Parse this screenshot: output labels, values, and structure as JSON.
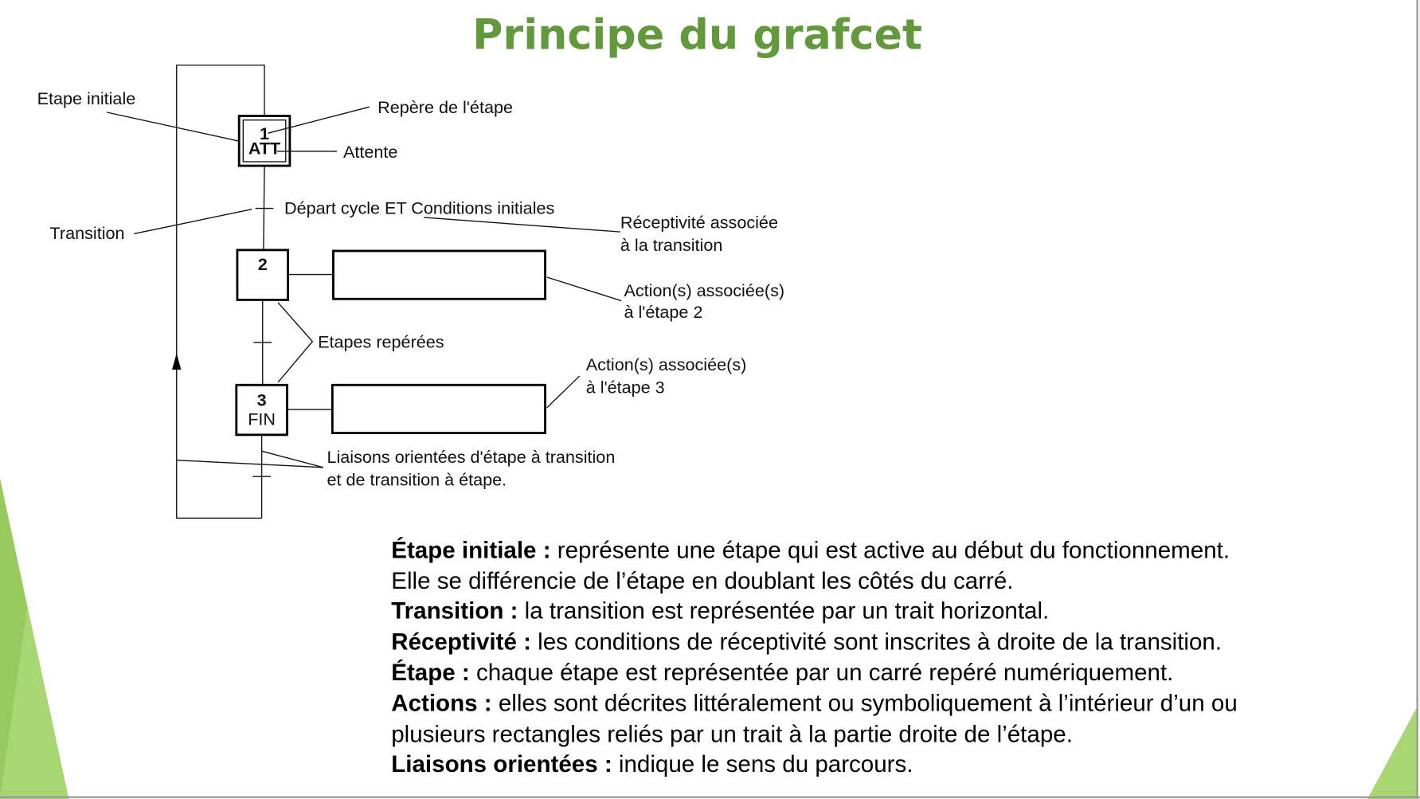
{
  "title": "Principe du grafcet",
  "diagram": {
    "steps": [
      {
        "number": "1",
        "name": "ATT"
      },
      {
        "number": "2",
        "name": ""
      },
      {
        "number": "3",
        "name": "FIN"
      }
    ],
    "labels": {
      "etape_initiale": "Etape initiale",
      "repere": "Repère de l'étape",
      "attente": "Attente",
      "transition": "Transition",
      "condition": "Départ cycle ET Conditions initiales",
      "receptivite_1": "Réceptivité associée",
      "receptivite_2": "à la transition",
      "action2_1": "Action(s) associée(s)",
      "action2_2": "à l'étape 2",
      "etapes_reperees": "Etapes repérées",
      "action3_1": "Action(s) associée(s)",
      "action3_2": "à l'étape 3",
      "liaisons_1": "Liaisons orientées d'étape à transition",
      "liaisons_2": "et de transition à étape."
    }
  },
  "definitions": [
    {
      "term": "Étape initiale :",
      "text": " représente une étape qui est active au début du fonctionnement."
    },
    {
      "term": "",
      "text": "Elle se différencie de l’étape en doublant les côtés du carré."
    },
    {
      "term": "Transition :",
      "text": " la transition est représentée par un trait horizontal."
    },
    {
      "term": "Réceptivité :",
      "text": " les conditions de réceptivité sont inscrites à droite de la transition."
    },
    {
      "term": "Étape :",
      "text": " chaque étape est représentée par un carré repéré numériquement."
    },
    {
      "term": "Actions :",
      "text": " elles sont décrites littéralement ou symboliquement à l’intérieur d’un ou"
    },
    {
      "term": "",
      "text": "plusieurs rectangles reliés par un trait à la partie droite de l’étape."
    },
    {
      "term": "Liaisons orientées :",
      "text": " indique le sens du parcours."
    }
  ],
  "colors": {
    "title": "#62993a",
    "accent": "#a8d672"
  }
}
